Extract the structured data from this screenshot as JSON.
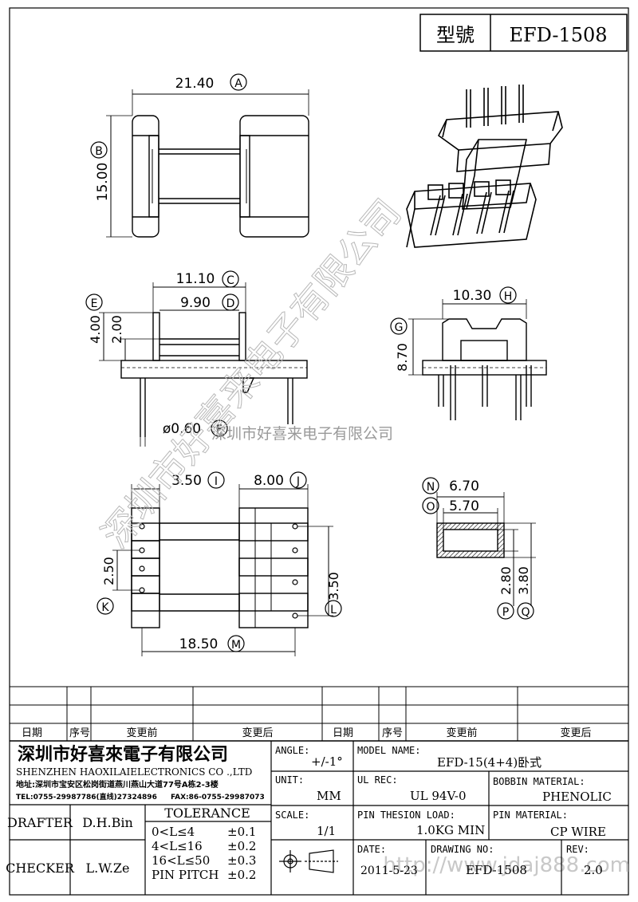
{
  "title_block": {
    "model_label": "型號",
    "model_value": "EFD-1508"
  },
  "dims": {
    "a": "21.40",
    "a_mark": "A",
    "b": "15.00",
    "b_mark": "B",
    "c": "11.10",
    "c_mark": "C",
    "d": "9.90",
    "d_mark": "D",
    "e": "4.00",
    "e_mark": "E",
    "e2": "2.00",
    "f": "ø0.60",
    "f_mark": "F",
    "g": "8.70",
    "g_mark": "G",
    "h": "10.30",
    "h_mark": "H",
    "i": "3.50",
    "i_mark": "I",
    "j": "8.00",
    "j_mark": "J",
    "k": "2.50",
    "k_mark": "K",
    "l": "3.50",
    "l_mark": "L",
    "m": "18.50",
    "m_mark": "M",
    "n": "6.70",
    "n_mark": "N",
    "o": "5.70",
    "o_mark": "O",
    "p": "2.80",
    "p_mark": "P",
    "q": "3.80",
    "q_mark": "Q"
  },
  "watermark": {
    "diagonal": "深圳市好喜来电子有限公司",
    "horizontal": "深圳市好喜来电子有限公司",
    "site": "http://www.jdaj888.com"
  },
  "revision_table": {
    "headers": [
      "日期",
      "序号",
      "变更前",
      "变更后",
      "日期",
      "序号",
      "变更前",
      "变更后"
    ]
  },
  "company": {
    "name_cn": "深圳市好喜來電子有限公司",
    "name_en": "SHENZHEN HAOXILAIELECTRONICS CO .,LTD",
    "address": "地址:深圳市宝安区松岗街道燕川燕山大道77号A栋2-3楼",
    "tel": "TEL:0755-29987786(直线)27324896",
    "fax": "FAX:86-0755-29987073"
  },
  "fields": {
    "angle_label": "ANGLE:",
    "angle_value": "+/-1°",
    "unit_label": "UNIT:",
    "unit_value": "MM",
    "scale_label": "SCALE:",
    "scale_value": "1/1",
    "model_name_label": "MODEL NAME:",
    "model_name_value": "EFD-15(4+4)卧式",
    "ul_label": "UL REC:",
    "ul_value": "UL 94V-0",
    "bobbin_label": "BOBBIN MATERIAL:",
    "bobbin_value": "PHENOLIC",
    "pin_load_label": "PIN THESION LOAD:",
    "pin_load_value": "1.0KG MIN",
    "pin_mat_label": "PIN MATERIAL:",
    "pin_mat_value": "CP  WIRE",
    "date_label": "DATE:",
    "date_value": "2011-5-23",
    "drawing_label": "DRAWING NO:",
    "drawing_value": "EFD-1508",
    "rev_label": "REV:",
    "rev_value": "2.0",
    "drafter_label": "DRAFTER",
    "drafter_value": "D.H.Bin",
    "checker_label": "CHECKER",
    "checker_value": "L.W.Ze"
  },
  "tolerance": {
    "title": "TOLERANCE",
    "rows": [
      {
        "range": "0<L≤4",
        "tol": "±0.1"
      },
      {
        "range": "4<L≤16",
        "tol": "±0.2"
      },
      {
        "range": "16<L≤50",
        "tol": "±0.3"
      },
      {
        "range": "PIN PITCH",
        "tol": "±0.2"
      }
    ]
  }
}
